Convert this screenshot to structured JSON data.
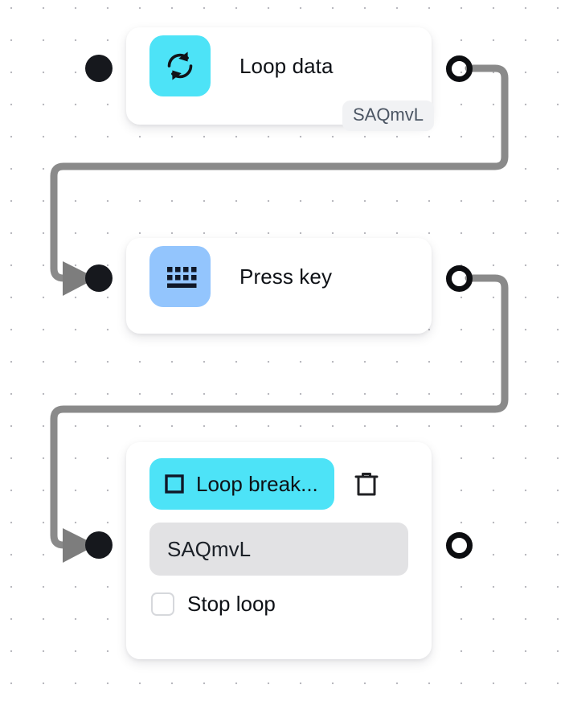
{
  "canvas": {
    "background_color": "#ffffff",
    "grid_dot_color": "#b9b9bf",
    "grid_spacing": 40
  },
  "theme": {
    "cyan": "#4de3f7",
    "blue": "#93c5fd",
    "edge_gray": "#8a8a8a",
    "port_black": "#16181d",
    "field_gray": "#e2e2e4",
    "badge_gray": "#f1f2f4"
  },
  "nodes": [
    {
      "id": "loop-data",
      "title": "Loop data",
      "icon": "loop-refresh-icon",
      "icon_tile_color": "#4de3f7",
      "badge": "SAQmvL",
      "input_port": "filled",
      "output_port": "hollow"
    },
    {
      "id": "press-key",
      "title": "Press key",
      "icon": "keyboard-icon",
      "icon_tile_color": "#93c5fd",
      "input_port": "filled",
      "output_port": "hollow"
    },
    {
      "id": "loop-break",
      "header_label": "Loop break...",
      "header_icon": "square-icon",
      "header_color": "#4de3f7",
      "delete_icon": "trash-icon",
      "field_value": "SAQmvL",
      "checkbox_label": "Stop loop",
      "checkbox_checked": false,
      "input_port": "filled",
      "output_port": "hollow"
    }
  ],
  "edges": [
    {
      "from": "loop-data",
      "to": "press-key",
      "style": "orthogonal",
      "arrow": true
    },
    {
      "from": "press-key",
      "to": "loop-break",
      "style": "orthogonal",
      "arrow": true
    }
  ]
}
